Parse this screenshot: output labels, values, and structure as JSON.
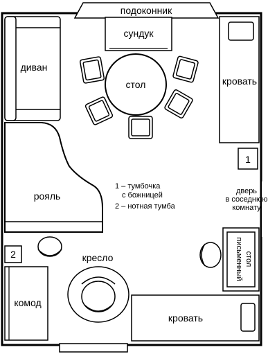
{
  "labels": {
    "windowsill": "подоконник",
    "chest": "сундук",
    "sofa": "диван",
    "table": "стол",
    "bed_top": "кровать",
    "piano": "рояль",
    "armchair": "кресло",
    "dresser": "комод",
    "bed_bottom": "кровать",
    "desk_line1": "письменный",
    "desk_line2": "стол",
    "door_line1": "дверь",
    "door_line2": "в соседнюю",
    "door_line3": "комнату",
    "marker_1": "1",
    "marker_2": "2"
  },
  "legend": {
    "item1_line1": "1 – тумбочка",
    "item1_line2": "с божницей",
    "item2": "2 – нотная тумба"
  }
}
